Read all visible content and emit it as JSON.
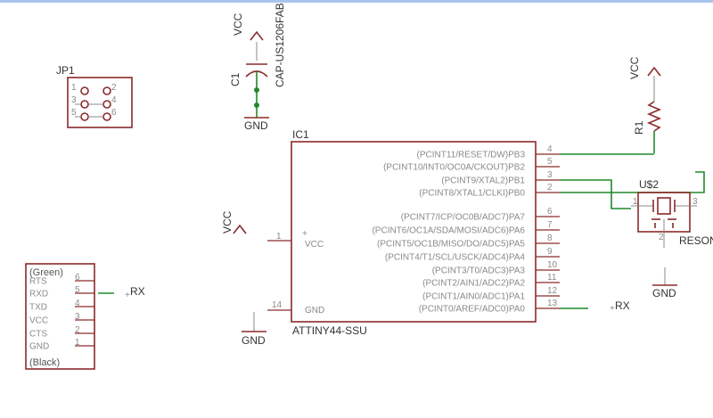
{
  "symbols": {
    "jp1_name": "JP1",
    "jp1_pins": [
      "1",
      "2",
      "3",
      "4",
      "5",
      "6"
    ],
    "c1_name": "C1",
    "c1_value": "CAP-US1206FAB",
    "vcc": "VCC",
    "gnd": "GND",
    "r1_name": "R1",
    "ic1_name": "IC1",
    "ic1_value": "ATTINY44-SSU",
    "us2_name": "U$2",
    "us2_value": "RESONATOR",
    "rx": "RX",
    "vcc_pin_label": "VCC",
    "gnd_pin_label": "GND"
  },
  "ic_right_pins": [
    {
      "label": "(PCINT11/RESET/DW)PB3",
      "num": "4"
    },
    {
      "label": "(PCINT10/INT0/OC0A/CKOUT)PB2",
      "num": "5"
    },
    {
      "label": "(PCINT9/XTAL2)PB1",
      "num": "3"
    },
    {
      "label": "(PCINT8/XTAL1/CLKI)PB0",
      "num": "2"
    },
    {
      "label": "(PCINT7/ICP/OC0B/ADC7)PA7",
      "num": "6"
    },
    {
      "label": "(PCINT6/OC1A/SDA/MOSI/ADC6)PA6",
      "num": "7"
    },
    {
      "label": "(PCINT5/OC1B/MISO/DO/ADC5)PA5",
      "num": "8"
    },
    {
      "label": "(PCINT4/T1/SCL/USCK/ADC4)PA4",
      "num": "9"
    },
    {
      "label": "(PCINT3/T0/ADC3)PA3",
      "num": "10"
    },
    {
      "label": "(PCINT2/AIN1/ADC2)PA2",
      "num": "11"
    },
    {
      "label": "(PCINT1/AIN0/ADC1)PA1",
      "num": "12"
    },
    {
      "label": "(PCINT0/AREF/ADC0)PA0",
      "num": "13"
    }
  ],
  "ic_left_pins": [
    {
      "label": "VCC",
      "num": "1"
    },
    {
      "label": "GND",
      "num": "14"
    }
  ],
  "ftdi": {
    "top_label": "(Green)",
    "bottom_label": "(Black)",
    "pins": [
      {
        "label": "RTS",
        "num": "6"
      },
      {
        "label": "RXD",
        "num": "5"
      },
      {
        "label": "TXD",
        "num": "4"
      },
      {
        "label": "VCC",
        "num": "3"
      },
      {
        "label": "CTS",
        "num": "2"
      },
      {
        "label": "GND",
        "num": "1"
      }
    ]
  },
  "resonator_pins": [
    "1",
    "3",
    "2"
  ]
}
